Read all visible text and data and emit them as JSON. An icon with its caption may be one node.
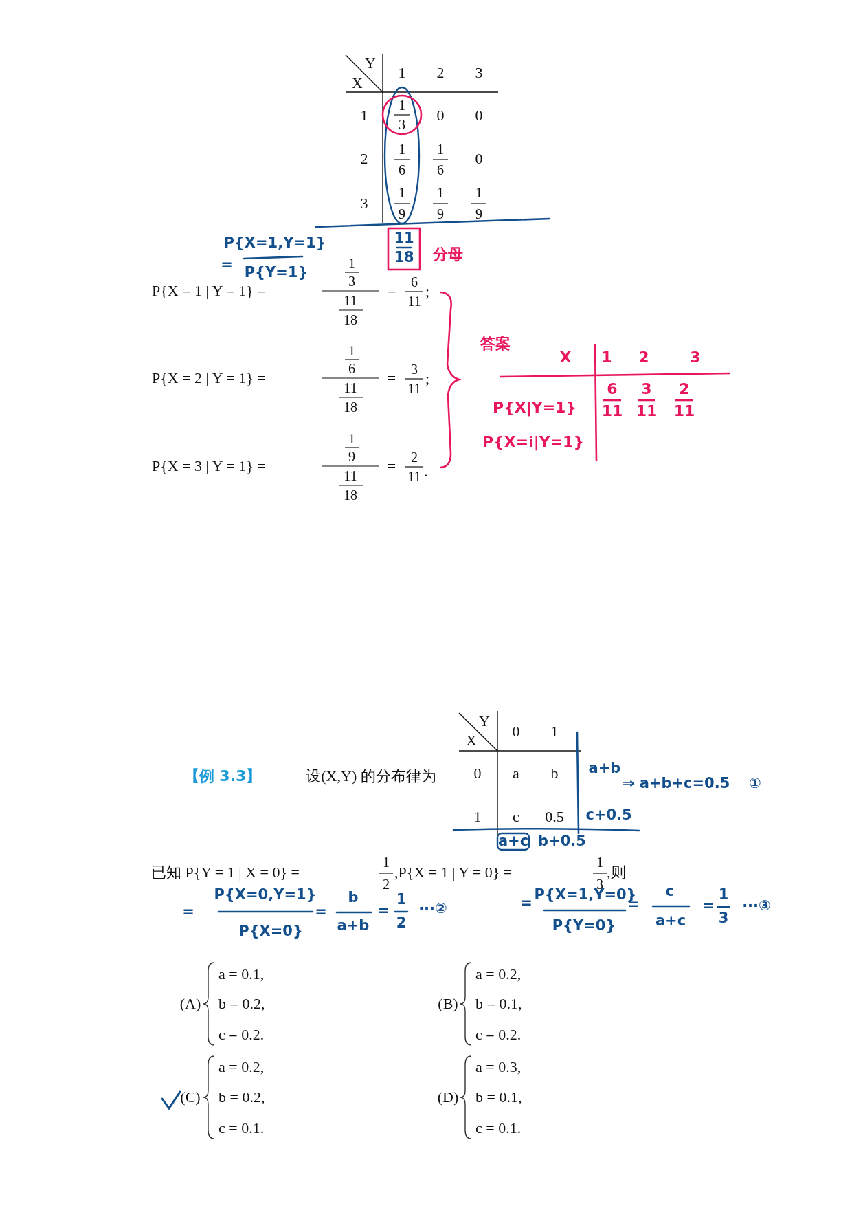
{
  "diagram": {
    "labels": [
      "Y",
      "X",
      "1",
      "2",
      "3",
      "1",
      "1",
      "3",
      "0",
      "0",
      "2",
      "1",
      "6",
      "1",
      "6",
      "0",
      "3",
      "1",
      "9",
      "1",
      "9",
      "1",
      "9",
      "11",
      "18",
      "分母",
      "=",
      "P{X=1,Y=1}",
      "P{Y=1}",
      "P{X = 1 | Y = 1} =",
      "1",
      "3",
      "11",
      "18",
      "=",
      "6",
      "11",
      ";",
      "P{X = 2 | Y = 1} =",
      "1",
      "6",
      "11",
      "18",
      "=",
      "3",
      "11",
      ";",
      "P{X = 3 | Y = 1} =",
      "1",
      "9",
      "11",
      "18",
      "=",
      "2",
      "11",
      ".",
      "答案",
      "X",
      "1",
      "2",
      "3",
      "P{X|Y=1}",
      "P{X=i|Y=1}",
      "6",
      "11",
      "3",
      "11",
      "2",
      "11",
      "【例 3.3】",
      "设(X,Y) 的分布律为",
      "Y",
      "X",
      "0",
      "1",
      "0",
      "a",
      "b",
      "1",
      "c",
      "0.5",
      "a+b",
      "⇒ a+b+c=0.5",
      "①",
      "c+0.5",
      "a+c",
      "b+0.5",
      "已知 P{Y = 1 | X = 0} =",
      "1",
      "2",
      ",P{X = 1 | Y = 0} =",
      "1",
      "3",
      ",则",
      "=",
      "P{X=0,Y=1}",
      "P{X=0}",
      "=",
      "b",
      "a+b",
      "=",
      "1",
      "2",
      "···②",
      "=",
      "P{X=1,Y=0}",
      "P{Y=0}",
      "=",
      "c",
      "a+c",
      "=",
      "1",
      "3",
      "···③",
      "(A)",
      "a = 0.1,",
      "b = 0.2,",
      "c = 0.2.",
      "(B)",
      "a = 0.2,",
      "b = 0.1,",
      "c = 0.2.",
      "(C)",
      "a = 0.2,",
      "b = 0.2,",
      "c = 0.1.",
      "(D)",
      "a = 0.3,",
      "b = 0.1,",
      "c = 0.1."
    ]
  }
}
